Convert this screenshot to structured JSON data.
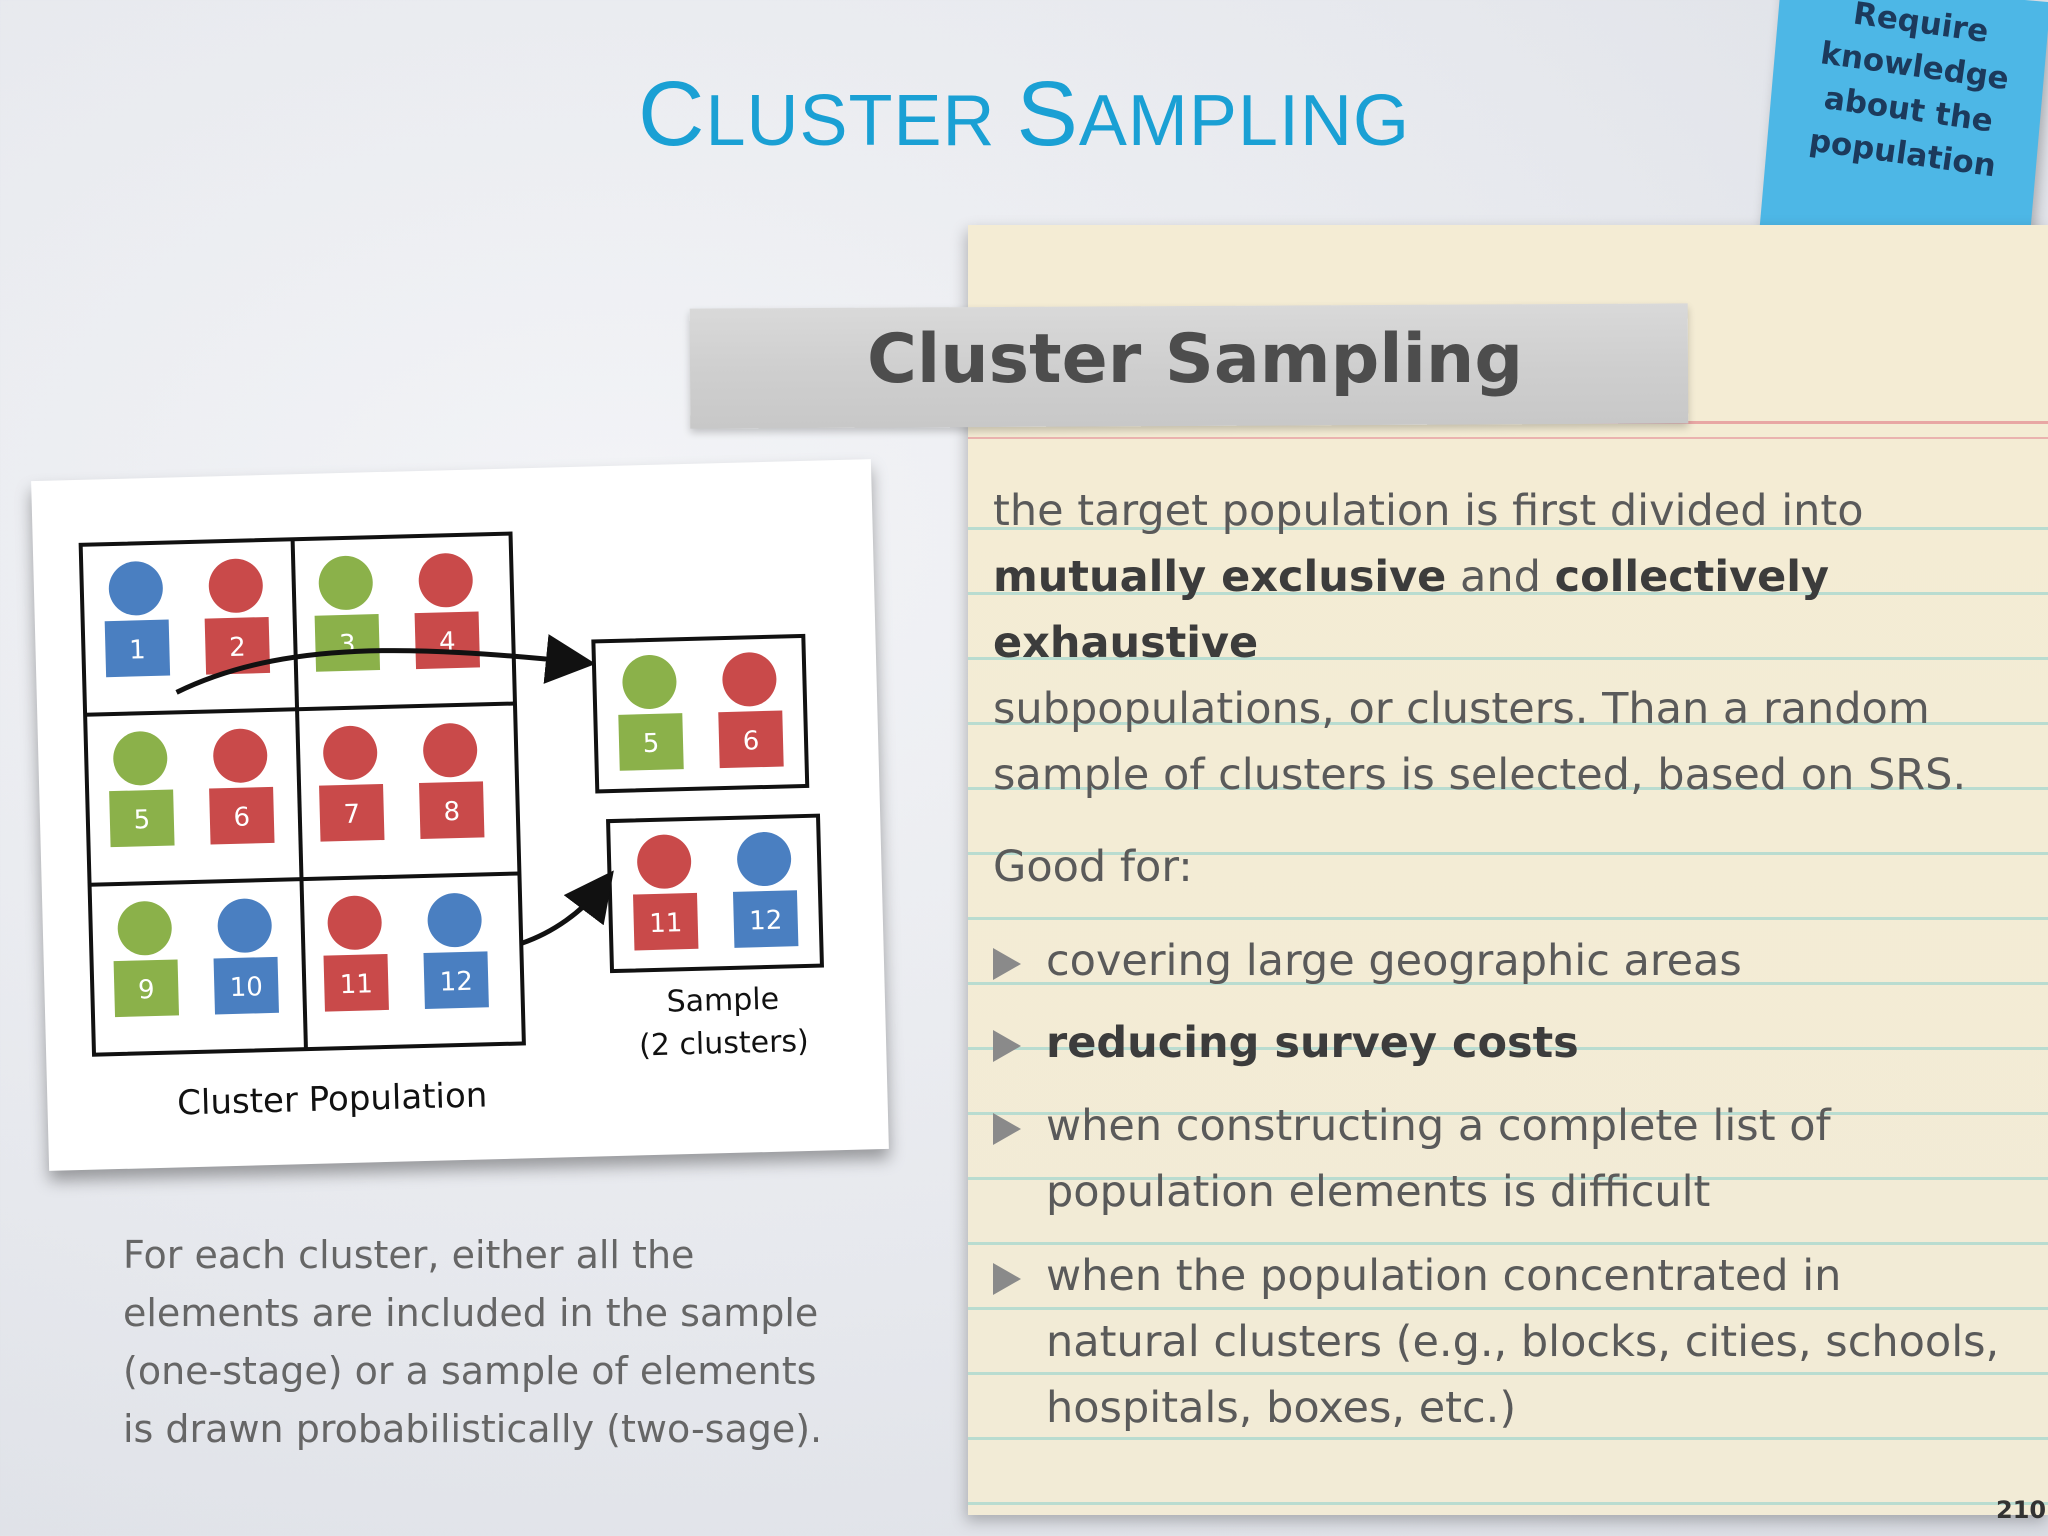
{
  "title": {
    "first_c": "C",
    "first_rest": "LUSTER ",
    "second_c": "S",
    "second_rest": "AMPLING"
  },
  "sticky_note": {
    "line1": "Require",
    "line2": "knowledge",
    "line3": "about the",
    "line4": "population"
  },
  "banner_title": "Cluster Sampling",
  "definition": {
    "part1": "the target population is first divided into",
    "bold1": "mutually exclusive",
    "part2": " and ",
    "bold2": "collectively exhaustive",
    "part3": "subpopulations, or clusters. Than a random",
    "part4": "sample of clusters is selected, based on SRS."
  },
  "good_for_label": "Good for:",
  "good_for_items": [
    {
      "line1": "covering large geographic areas",
      "line2": ""
    },
    {
      "line1": "reducing survey costs",
      "line2": ""
    },
    {
      "line1": "when constructing a complete list of",
      "line2": "population elements is difficult"
    },
    {
      "line1": "when the population concentrated in",
      "line2": "natural clusters (e.g., blocks, cities, schools,",
      "line3": "hospitals, boxes, etc.)"
    }
  ],
  "diagram": {
    "population_label": "Cluster Population",
    "sample_label_1": "Sample",
    "sample_label_2": "(2 clusters)",
    "elements": [
      "1",
      "2",
      "3",
      "4",
      "5",
      "6",
      "7",
      "8",
      "9",
      "10",
      "11",
      "12"
    ],
    "sample_elements": [
      "5",
      "6",
      "11",
      "12"
    ],
    "colors": {
      "blue": "#4a7fc1",
      "red": "#c94a4a",
      "green": "#8bb14a"
    }
  },
  "caption": {
    "line1": "For each cluster, either all the",
    "line2": "elements are included in the sample",
    "line3": "(one-stage) or a sample of elements",
    "line4": "is drawn probabilistically (two-sage)."
  },
  "page_number": "210"
}
